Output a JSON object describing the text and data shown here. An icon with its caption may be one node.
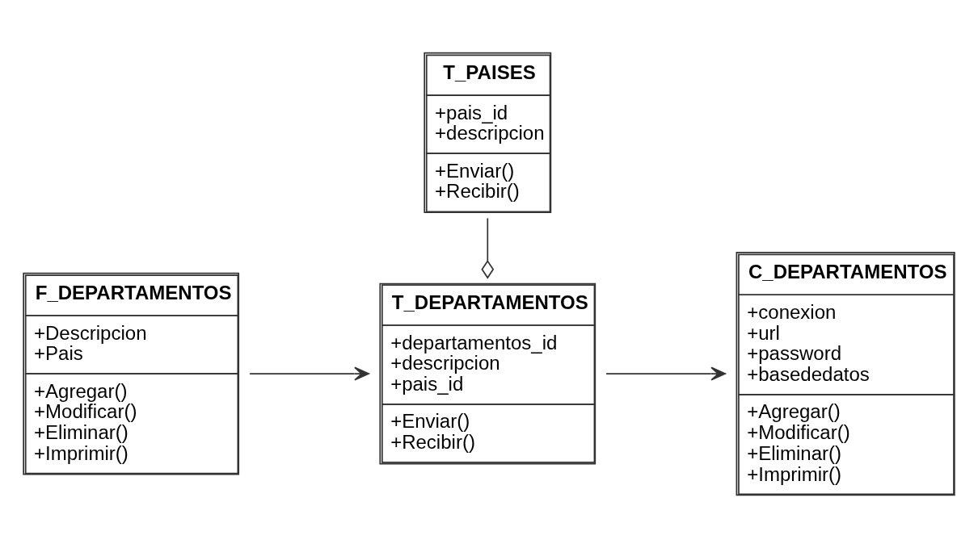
{
  "diagram": {
    "nodes": [
      {
        "text": [
          "T_PAISES",
          "+pais_id +descripcion",
          "+Enviar() +Recibir()"
        ]
      },
      {
        "text": [
          "F_DEPARTAMENTOS",
          "+Descripcion +Pais",
          "+Agregar() +Modificar() +Eliminar() +Imprimir()"
        ]
      },
      {
        "text": [
          "T_DEPARTAMENTOS",
          "+departamentos_id +descripcion +pais_id",
          "+Enviar() +Recibir()"
        ]
      },
      {
        "text": [
          "C_DEPARTAMENTOS",
          "+conexion +url +password +basededatos",
          "+Agregar() +Modificar() +Eliminar() +Imprimir()"
        ]
      }
    ],
    "edges": [
      {
        "from": 0,
        "to": 2,
        "arrow": "other"
      },
      {
        "from": 1,
        "to": 2,
        "arrow": "to"
      },
      {
        "from": 2,
        "to": 3,
        "arrow": "to"
      }
    ]
  }
}
